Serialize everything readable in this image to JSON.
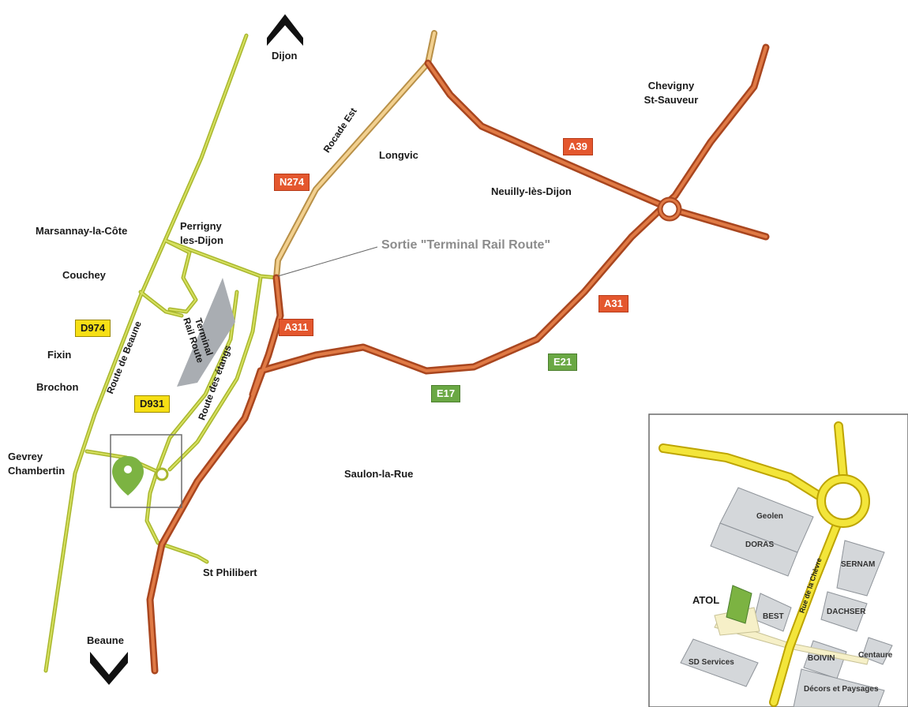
{
  "directions": {
    "north": "Dijon",
    "south": "Beaune"
  },
  "towns": {
    "chevigny": [
      "Chevigny",
      "St-Sauveur"
    ],
    "longvic": "Longvic",
    "neuilly": "Neuilly-lès-Dijon",
    "marsannay": "Marsannay-la-Côte",
    "perrigny": [
      "Perrigny",
      "les-Dijon"
    ],
    "couchey": "Couchey",
    "fixin": "Fixin",
    "brochon": "Brochon",
    "gevrey": [
      "Gevrey",
      "Chambertin"
    ],
    "saulon": "Saulon-la-Rue",
    "st_philibert": "St Philibert"
  },
  "road_badges": {
    "n274": "N274",
    "a39": "A39",
    "a31": "A31",
    "a311": "A311",
    "e21": "E21",
    "e17": "E17",
    "d974": "D974",
    "d931": "D931"
  },
  "road_names": {
    "rocade": "Rocade Est",
    "beaune": "Route de Beaune",
    "etangs": "Route des étangs",
    "terminal": [
      "Terminal",
      "Rail Route"
    ]
  },
  "exit_label": "Sortie \"Terminal Rail Route\"",
  "inset": {
    "atol": "ATOL",
    "street": "Rue de la Chèvre",
    "buildings": {
      "geolen": "Geolen",
      "doras": "DORAS",
      "sernam": "SERNAM",
      "best": "BEST",
      "dachser": "DACHSER",
      "boivin": "BOIVIN",
      "centaure": "Centaure",
      "sd": "SD Services",
      "decors": "Décors et Paysages"
    }
  },
  "colors": {
    "motorway": "#c0572b",
    "motorway_core": "#e07a45",
    "rocade": "#c9a55a",
    "rocade_core": "#f2d08f",
    "local_road": "#bcc93a",
    "local_road_core": "#d6e05f",
    "marker": "#7cb342",
    "inset_road": "#f3e53a",
    "building": "#d4d7da"
  }
}
